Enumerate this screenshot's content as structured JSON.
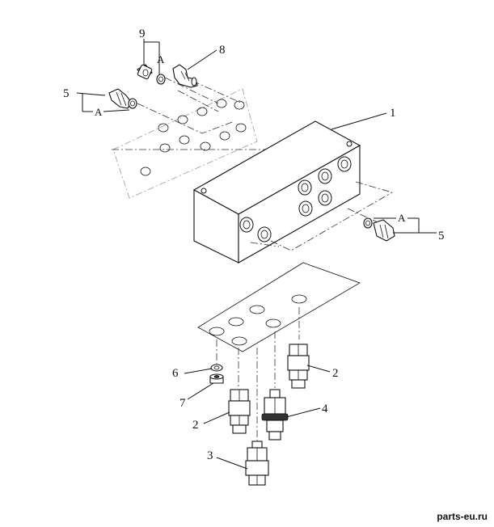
{
  "callouts": {
    "c1": "1",
    "c2a": "2",
    "c2b": "2",
    "c3": "3",
    "c4": "4",
    "c5a": "5",
    "c5b": "5",
    "c6": "6",
    "c7": "7",
    "c8": "8",
    "c9": "9",
    "a1": "A",
    "a2": "A",
    "a3": "A"
  },
  "watermark": "parts-eu.ru"
}
